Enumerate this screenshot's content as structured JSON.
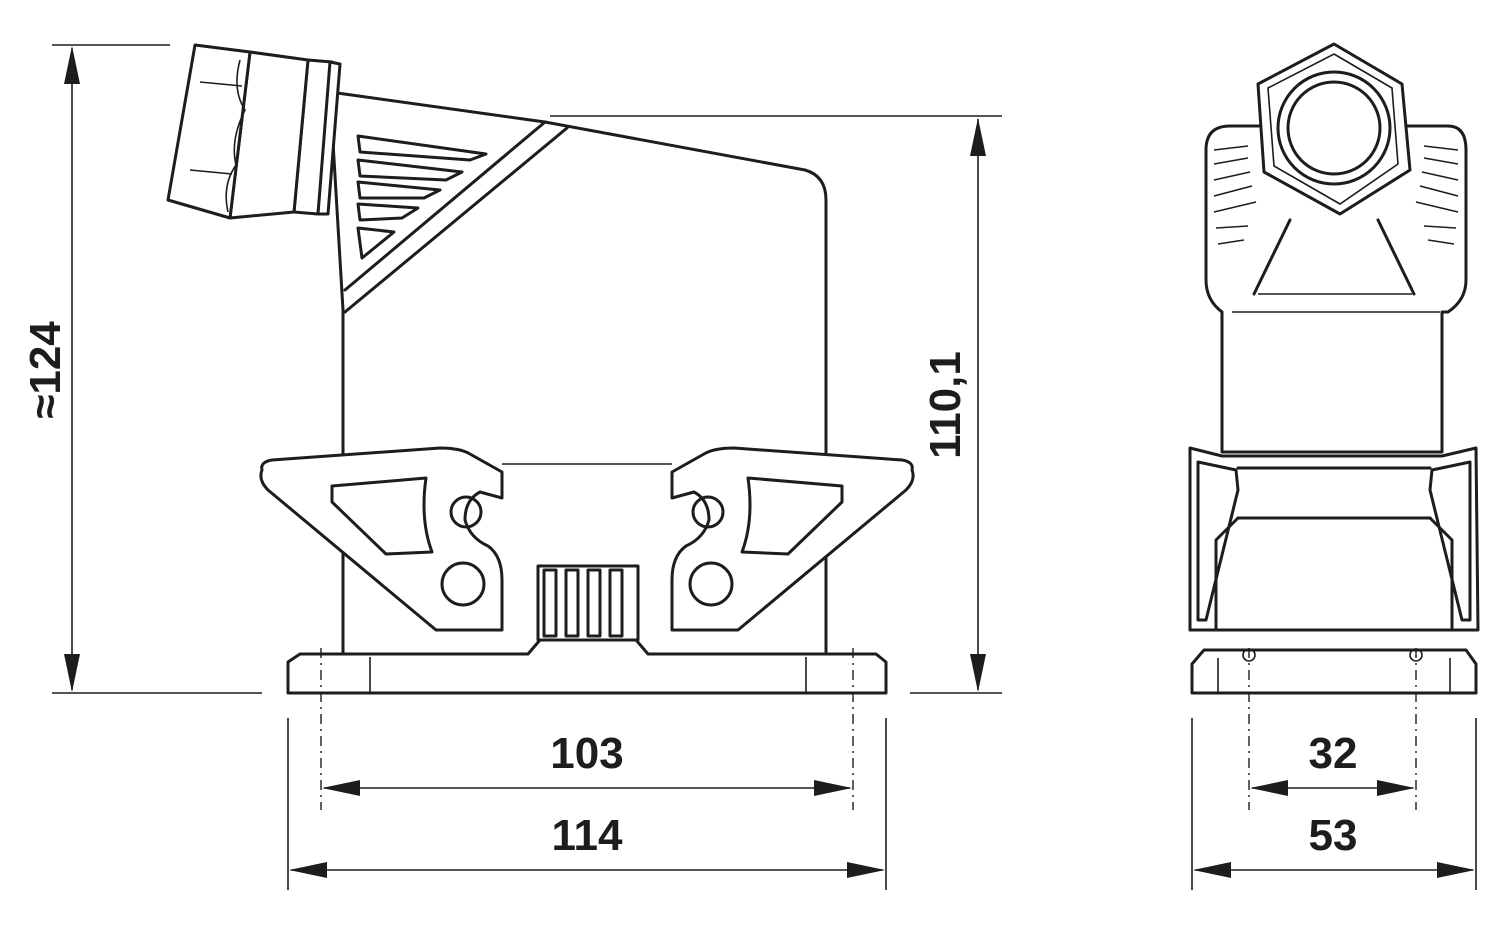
{
  "dimensions": {
    "overall_height": "≈124",
    "body_height": "110,1",
    "hole_spacing_side": "103",
    "base_width_side": "114",
    "hole_spacing_front": "32",
    "base_width_front": "53"
  }
}
